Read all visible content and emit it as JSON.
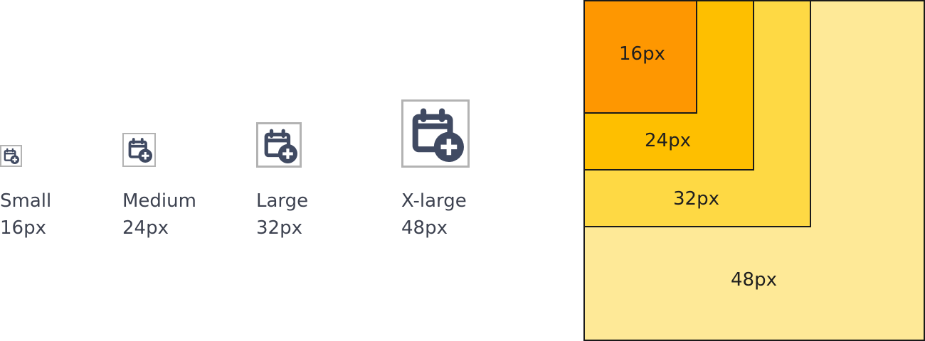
{
  "icon_name": "calendar-add-icon",
  "icon_color": "#404a62",
  "box_border_color": "#b3b3b3",
  "sizes": [
    {
      "name": "Small",
      "px": "16px"
    },
    {
      "name": "Medium",
      "px": "24px"
    },
    {
      "name": "Large",
      "px": "32px"
    },
    {
      "name": "X-large",
      "px": "48px"
    }
  ],
  "squares": [
    {
      "label": "48px",
      "color": "#fee997"
    },
    {
      "label": "32px",
      "color": "#fed944"
    },
    {
      "label": "24px",
      "color": "#febf00"
    },
    {
      "label": "16px",
      "color": "#fe9701"
    }
  ]
}
